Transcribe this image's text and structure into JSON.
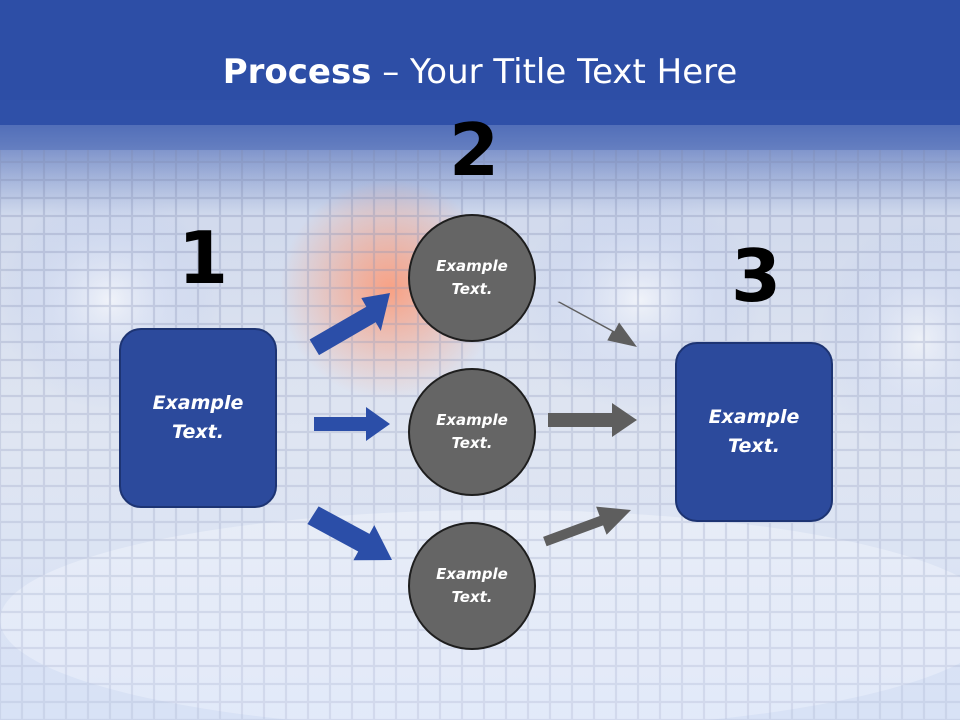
{
  "title": {
    "bold": "Process",
    "rest": " – Your Title Text Here"
  },
  "steps": {
    "one": "1",
    "two": "2",
    "three": "3"
  },
  "left_box": {
    "text": "Example\nText."
  },
  "circles": [
    {
      "text": "Example\nText."
    },
    {
      "text": "Example\nText."
    },
    {
      "text": "Example\nText."
    }
  ],
  "right_box": {
    "text": "Example\nText."
  },
  "colors": {
    "header": "#2d4ea6",
    "box_fill": "#2c4a9c",
    "circle_fill": "#656565",
    "blue_arrow": "#2b4ea8",
    "gray_arrow": "#5e5e5e"
  }
}
